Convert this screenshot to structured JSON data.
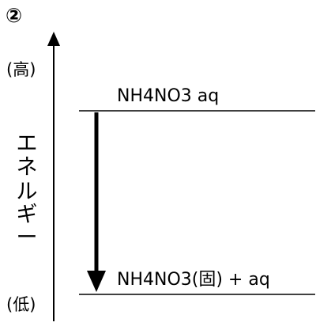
{
  "diagram": {
    "panel_number": "②",
    "axis": {
      "label": "エネルギー",
      "high_label": "(高)",
      "low_label": "(低)"
    },
    "levels": [
      {
        "label": "NH4NO3 aq"
      },
      {
        "label": "NH4NO3(固) + aq"
      }
    ]
  }
}
